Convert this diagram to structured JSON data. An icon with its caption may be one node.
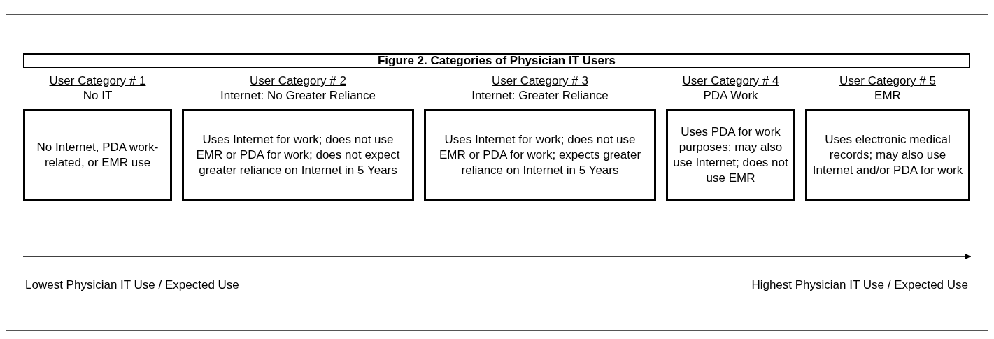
{
  "diagram": {
    "title": "Figure 2. Categories of Physician IT Users",
    "nodes": [
      {
        "text": [
          "User Category # 1",
          "No IT",
          "No Internet, PDA work-related, or EMR use"
        ]
      },
      {
        "text": [
          "User Category # 2",
          "Internet: No Greater Reliance",
          "Uses Internet for work; does not use EMR or PDA for work; does not expect greater reliance on Internet in 5 Years"
        ]
      },
      {
        "text": [
          "User Category # 3",
          "Internet: Greater Reliance",
          "Uses Internet for work; does not use EMR or PDA for work; expects greater reliance on Internet in 5 Years"
        ]
      },
      {
        "text": [
          "User Category # 4",
          "PDA Work",
          "Uses PDA for work purposes; may also use Internet; does not use EMR"
        ]
      },
      {
        "text": [
          "User Category # 5",
          "EMR",
          "Uses electronic medical records; may also use Internet and/or PDA for work"
        ]
      }
    ],
    "labels": [
      "Lowest Physician IT Use / Expected Use",
      "Highest Physician IT Use / Expected Use"
    ]
  }
}
